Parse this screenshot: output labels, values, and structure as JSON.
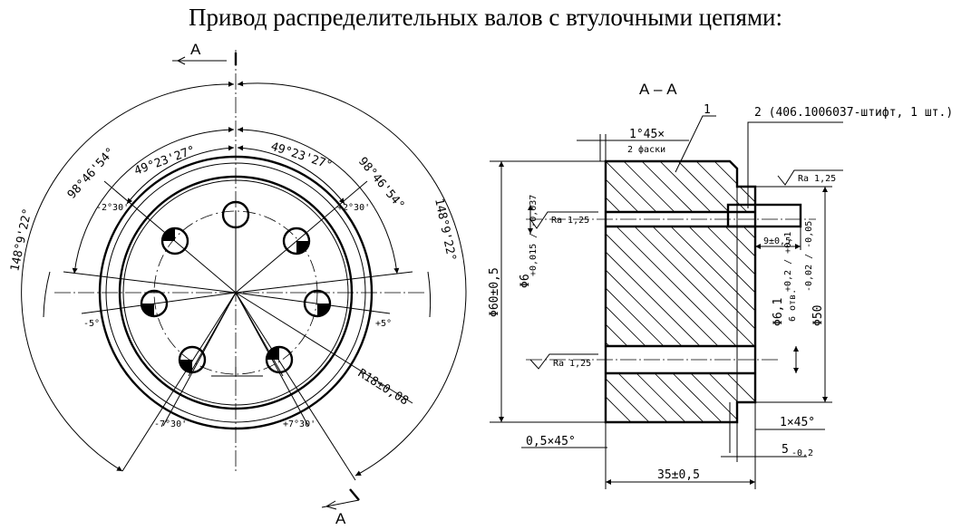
{
  "title": "Привод распределительных валов с втулочными цепями:",
  "front_view": {
    "section_mark_top": "А",
    "section_mark_bottom": "А",
    "angles": {
      "left_inner": "49°23'27°",
      "right_inner": "49°23'27°",
      "left_mid": "98°46'54°",
      "right_mid": "98°46'54°",
      "left_outer": "148°9'22°",
      "right_outer": "148°9'22°",
      "minus_2_30": "-2°30'",
      "plus_2_30": "+2°30'",
      "minus_5": "-5°",
      "plus_5": "+5°",
      "minus_7_30": "-7°30'",
      "plus_7_30": "+7°30'"
    },
    "radius_label": "R18±0,08"
  },
  "section_view": {
    "section_title": "А – А",
    "leader_1": "1",
    "leader_2": "2 (406.1006037-штифт, 1 шт.)",
    "chamfer_top": "1°45×",
    "chamfer_top_sub": "2 фаски",
    "roughness_1": "Ra 1,25",
    "roughness_2": "Ra 1,25",
    "roughness_3": "Ra 1,25",
    "dim_9": "9±0,5",
    "dim_d60": "Φ60±0,5",
    "dim_d6": "Φ6",
    "dim_d6_tol": "+0,015 / -0,037",
    "dim_d61": "Φ6,1",
    "dim_d61_tol": "+0,2 / +0,1",
    "dim_d61_note": "6 отв.",
    "dim_d50": "Φ50",
    "dim_d50_tol": "-0,02 / -0,05",
    "dim_chamfer_left": "0,5×45°",
    "dim_chamfer_right": "1×45°",
    "dim_5": "5",
    "dim_5_tol": "-0,2",
    "dim_35": "35±0,5"
  }
}
